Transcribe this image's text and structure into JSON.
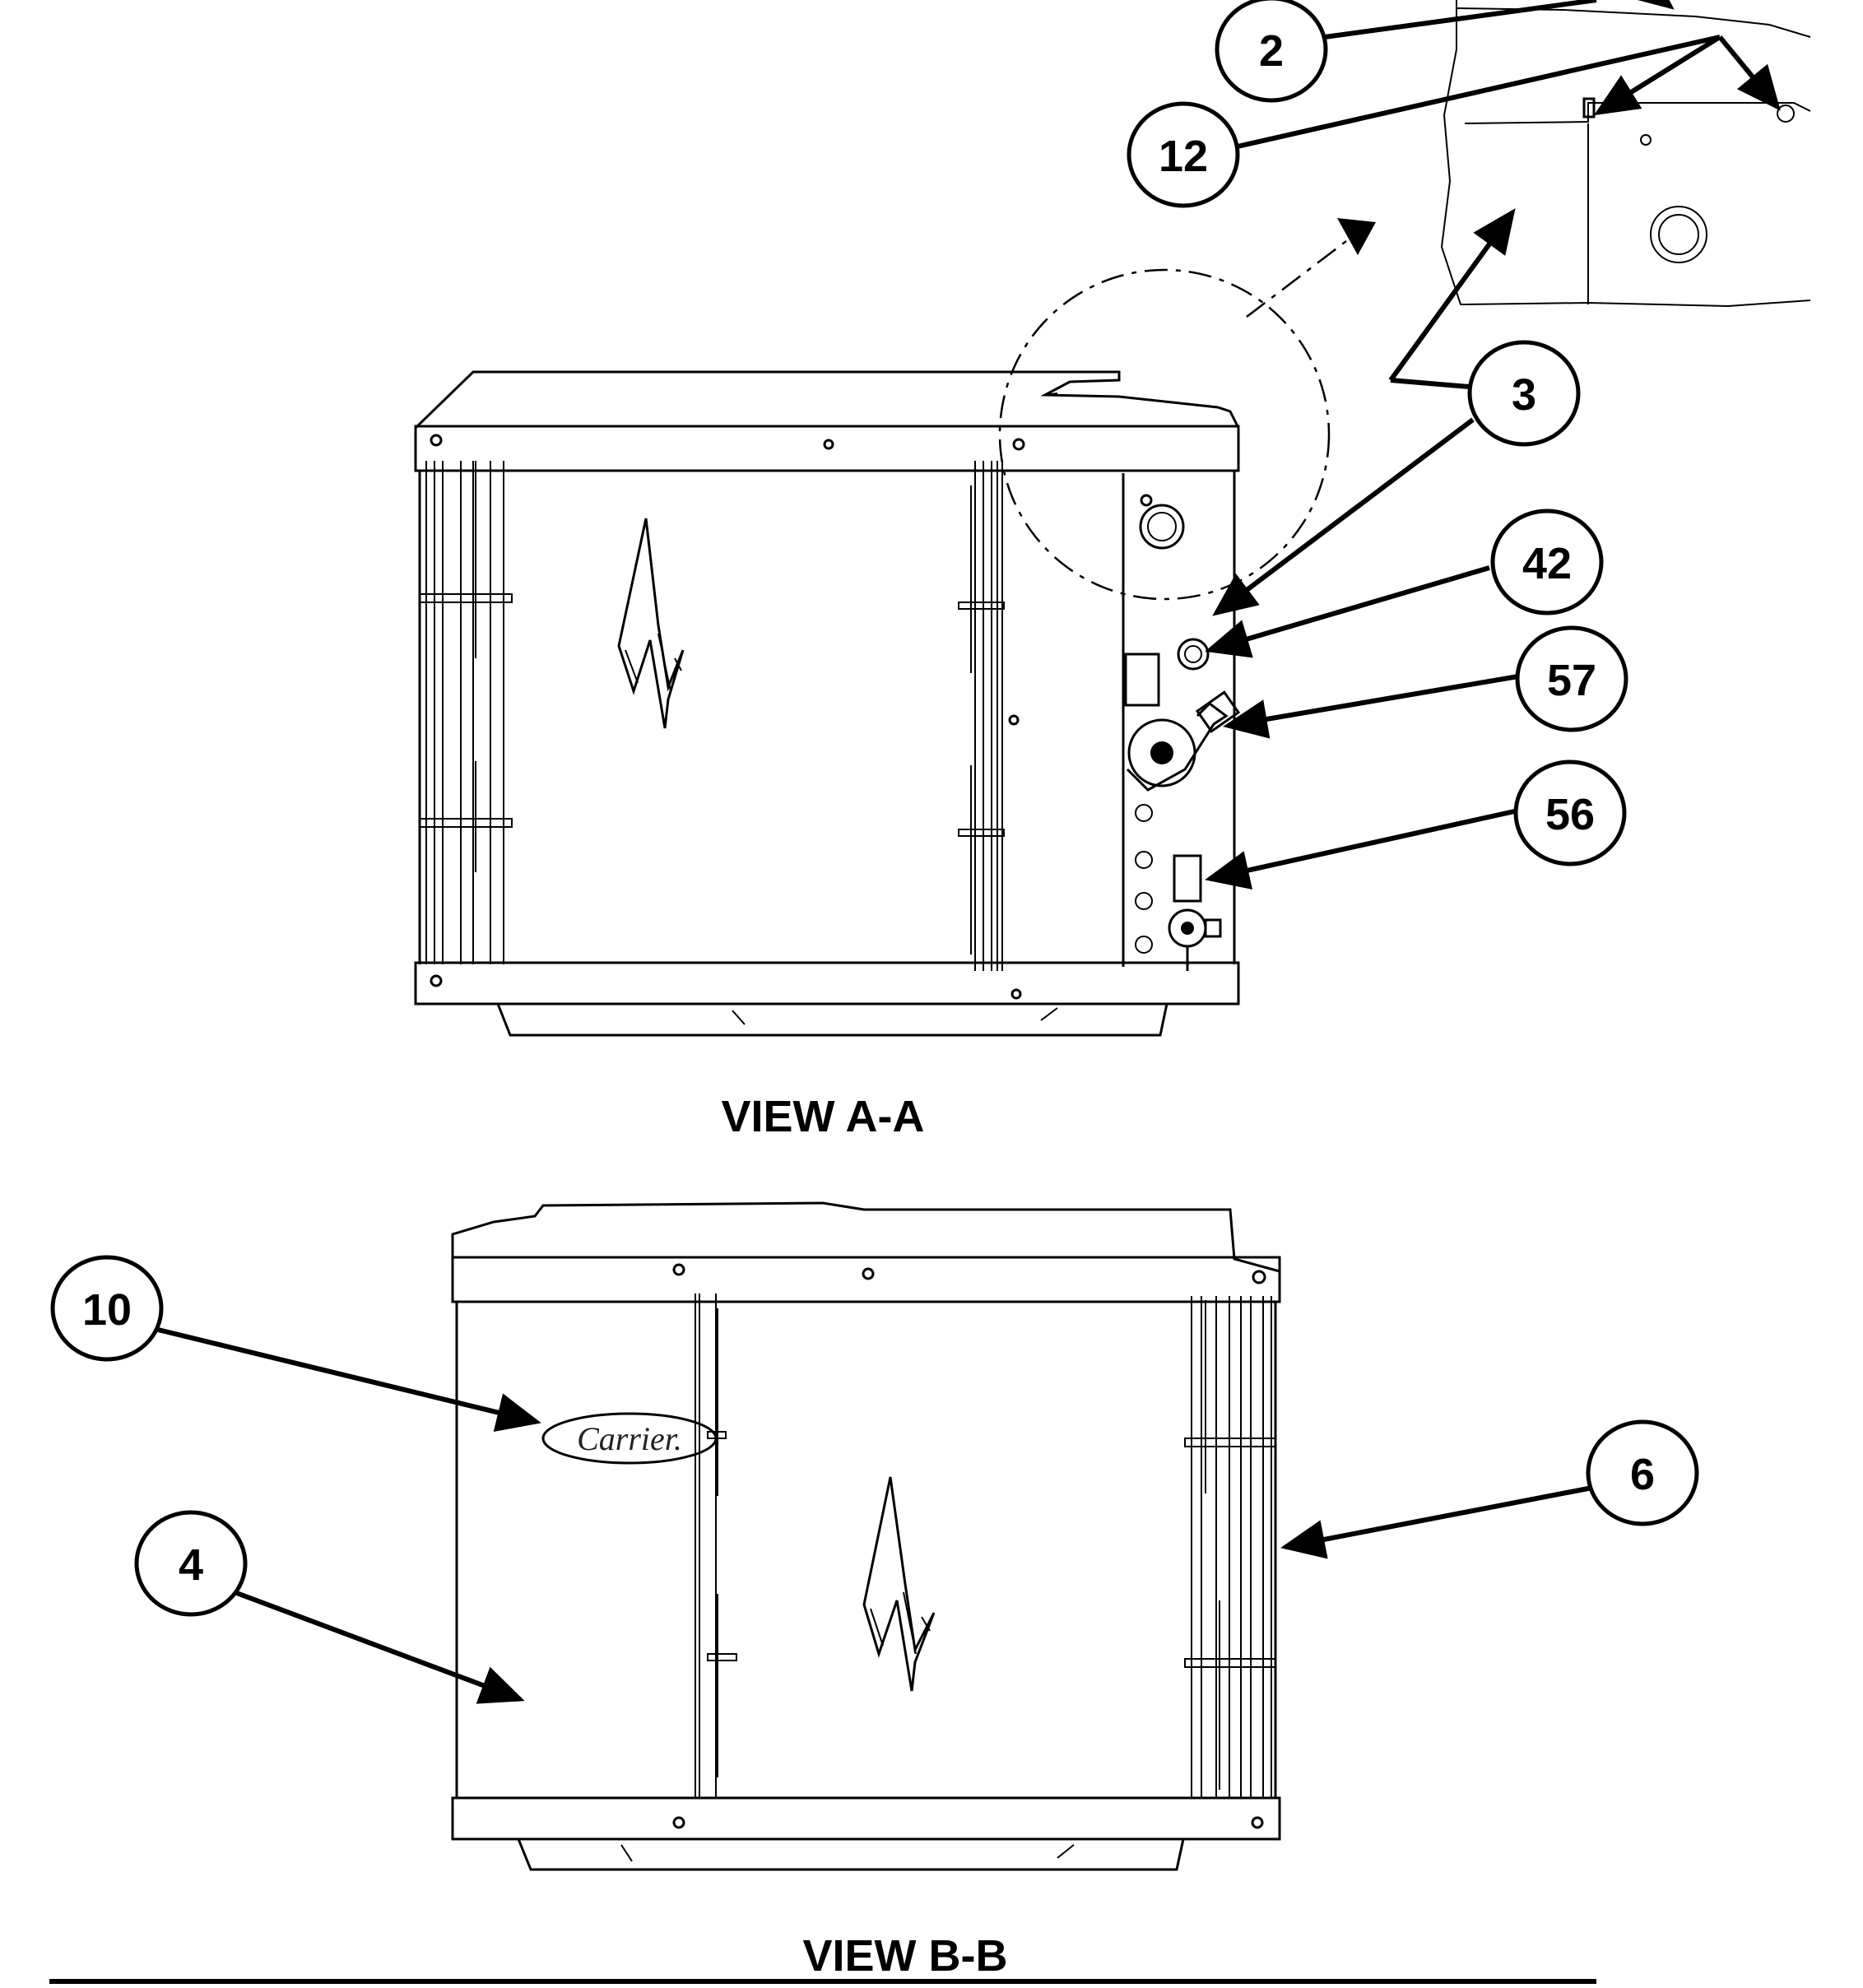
{
  "views": [
    {
      "id": "view-a-a",
      "title": "VIEW A-A"
    },
    {
      "id": "view-b-b",
      "title": "VIEW B-B"
    }
  ],
  "logo_text": "Carrier.",
  "callouts": [
    {
      "id": "callout-2",
      "label": "2"
    },
    {
      "id": "callout-12",
      "label": "12"
    },
    {
      "id": "callout-3",
      "label": "3"
    },
    {
      "id": "callout-42",
      "label": "42"
    },
    {
      "id": "callout-57",
      "label": "57"
    },
    {
      "id": "callout-56",
      "label": "56"
    },
    {
      "id": "callout-10",
      "label": "10"
    },
    {
      "id": "callout-4",
      "label": "4"
    },
    {
      "id": "callout-6",
      "label": "6"
    }
  ],
  "colors": {
    "ink": "#000000",
    "background": "#ffffff"
  }
}
